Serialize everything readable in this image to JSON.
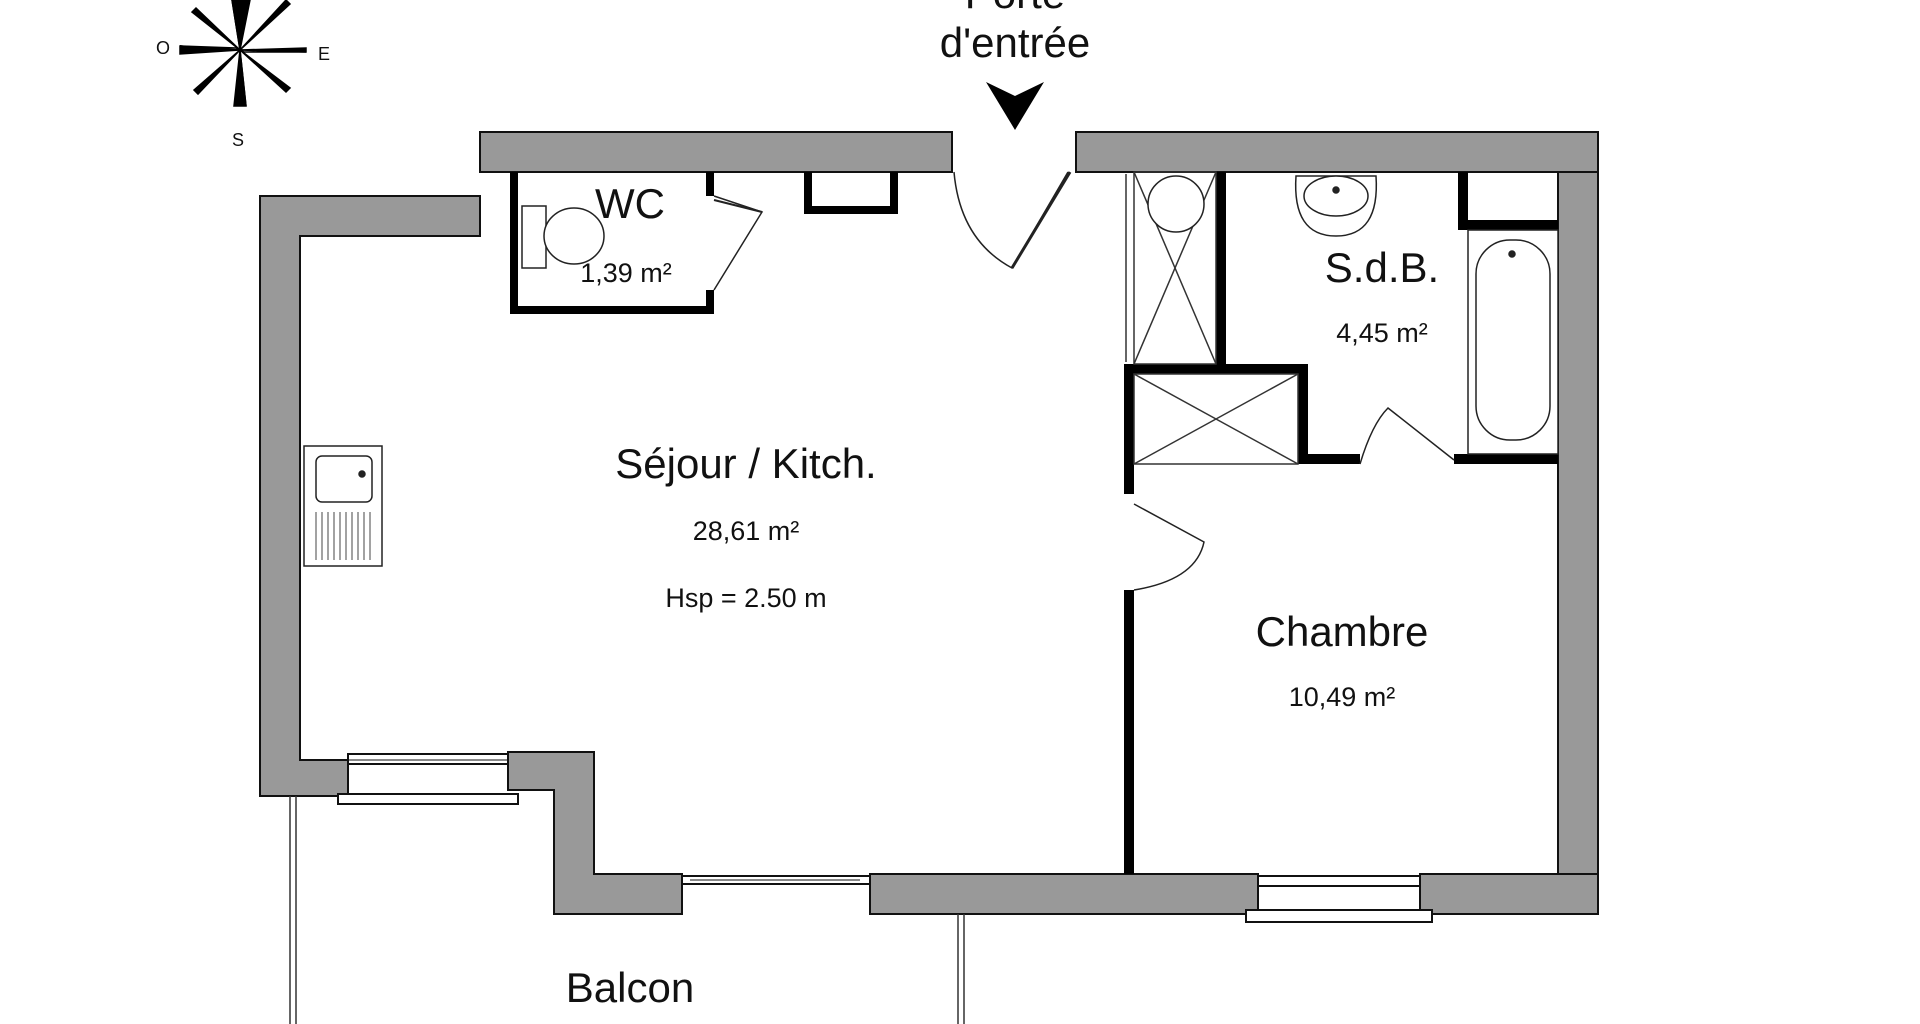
{
  "colors": {
    "outer_wall": "#999999",
    "wall_stroke": "#111111",
    "inner_wall": "#000000",
    "background": "#ffffff"
  },
  "compass": {
    "west": "O",
    "east": "E",
    "south": "S"
  },
  "entrance": {
    "label_top": "Porte",
    "label_bottom": "d'entrée"
  },
  "rooms": {
    "wc": {
      "name": "WC",
      "area": "1,39 m²"
    },
    "sdb": {
      "name": "S.d.B.",
      "area": "4,45 m²"
    },
    "sejour": {
      "name": "Séjour / Kitch.",
      "area": "28,61 m²",
      "height": "Hsp = 2.50 m"
    },
    "chambre": {
      "name": "Chambre",
      "area": "10,49 m²"
    },
    "balcon": {
      "name": "Balcon"
    }
  }
}
